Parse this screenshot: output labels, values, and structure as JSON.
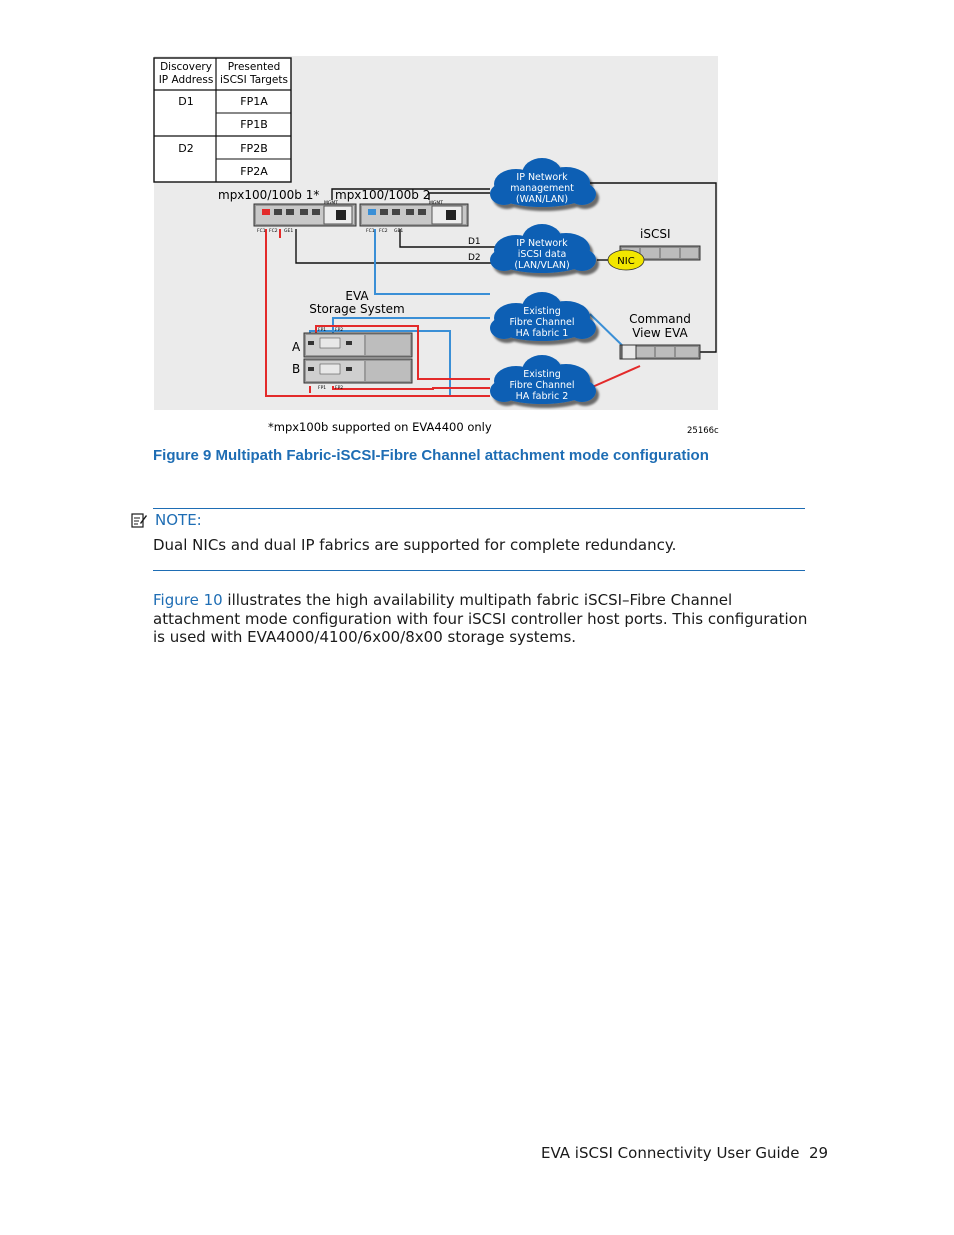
{
  "figure": {
    "table": {
      "headers": [
        "Discovery IP Address",
        "Presented iSCSI Targets"
      ],
      "header_lines": [
        [
          "Discovery",
          "IP Address"
        ],
        [
          "Presented",
          "iSCSI Targets"
        ]
      ],
      "rows": [
        {
          "discovery": "D1",
          "targets": [
            "FP1A",
            "FP1B"
          ]
        },
        {
          "discovery": "D2",
          "targets": [
            "FP2B",
            "FP2A"
          ]
        }
      ]
    },
    "labels": {
      "mpx1": "mpx100/100b 1*",
      "mpx2": "mpx100/100b 2",
      "mgmt": "MGMT",
      "port_fc1": "FC1",
      "port_fc2": "FC2",
      "port_ge1": "GE1",
      "port_fp1": "FP1",
      "port_fp2": "FP2",
      "d1": "D1",
      "d2": "D2",
      "iscsi": "iSCSI",
      "nic": "NIC",
      "eva_line1": "EVA",
      "eva_line2": "Storage System",
      "controller_a": "A",
      "controller_b": "B",
      "cmd_line1": "Command",
      "cmd_line2": "View EVA",
      "footnote": "*mpx100b supported on EVA4400 only",
      "figure_id": "25166c"
    },
    "clouds": {
      "mgmt": [
        "IP Network",
        "management",
        "(WAN/LAN)"
      ],
      "data": [
        "IP Network",
        "iSCSI data",
        "(LAN/VLAN)"
      ],
      "fabric1": [
        "Existing",
        "Fibre Channel",
        "HA fabric 1"
      ],
      "fabric2": [
        "Existing",
        "Fibre Channel",
        "HA fabric 2"
      ]
    },
    "colors": {
      "cloud": "#0a5fb4",
      "fabric_blue": "#3a8fd6",
      "fabric_red": "#e32a2a",
      "nic": "#f2e600",
      "background": "#eeeeee"
    }
  },
  "caption": "Figure 9 Multipath Fabric-iSCSI-Fibre Channel attachment mode configuration",
  "note": {
    "icon": "note-icon",
    "label": "NOTE:",
    "text": "Dual NICs and dual IP fabrics are supported for complete redundancy."
  },
  "paragraph": {
    "link": "Figure 10",
    "text": " illustrates the high availability multipath fabric iSCSI–Fibre Channel attachment mode configuration with four iSCSI controller host ports. This configuration is used with EVA4000/4100/6x00/8x00 storage systems."
  },
  "footer": {
    "title": "EVA iSCSI Connectivity User Guide",
    "page": "29"
  }
}
